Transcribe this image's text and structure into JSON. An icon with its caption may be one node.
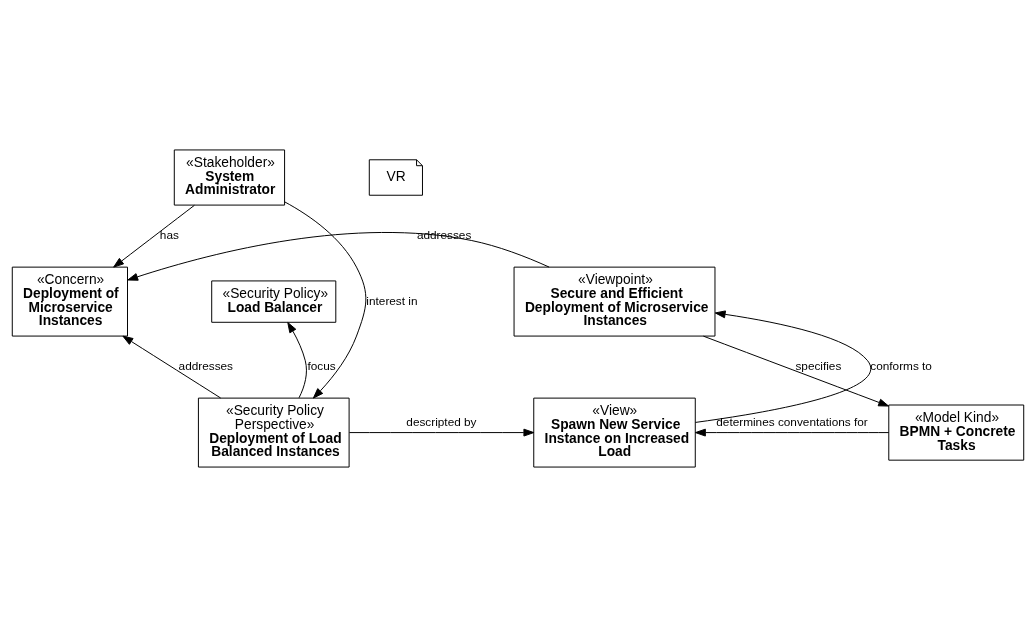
{
  "diagram": {
    "nodes": [
      {
        "text": [
          "«Stakeholder»",
          "System Administrator"
        ]
      },
      {
        "text": [
          "«Viewpoint»",
          "Secure and Efficient Deployment of Microservice Instances"
        ]
      },
      {
        "text": [
          "«Concern»",
          "Deployment of Microservice Instances"
        ]
      },
      {
        "text": [
          "«Security Policy»",
          "Load Balancer"
        ]
      },
      {
        "text": [
          "«View»",
          "Spawn New Service Instance on Increased Load"
        ]
      },
      {
        "text": [
          "«Model Kind»",
          "BPMN + Concrete Tasks"
        ]
      },
      {
        "text": [
          "«Security Policy Perspective»",
          "Deployment of Load Balanced Instances"
        ]
      },
      {
        "text": [
          "VR"
        ]
      }
    ],
    "edges": [
      {
        "from": 0,
        "to": 2,
        "arrow": "to",
        "label": "has"
      },
      {
        "from": 0,
        "to": 6,
        "arrow": "to",
        "label": "interest in"
      },
      {
        "from": 1,
        "to": 2,
        "arrow": "to",
        "label": "addresses"
      },
      {
        "from": 1,
        "to": 5,
        "arrow": "to",
        "label": "specifies"
      },
      {
        "from": 4,
        "to": 1,
        "arrow": "to",
        "label": "conforms to"
      },
      {
        "from": 5,
        "to": 4,
        "arrow": "to",
        "label": "determines conventations for"
      },
      {
        "from": 6,
        "to": 2,
        "arrow": "to",
        "label": "addresses"
      },
      {
        "from": 6,
        "to": 3,
        "arrow": "to",
        "label": "focus"
      },
      {
        "from": 6,
        "to": 4,
        "arrow": "to",
        "label": "descripted by"
      }
    ]
  }
}
